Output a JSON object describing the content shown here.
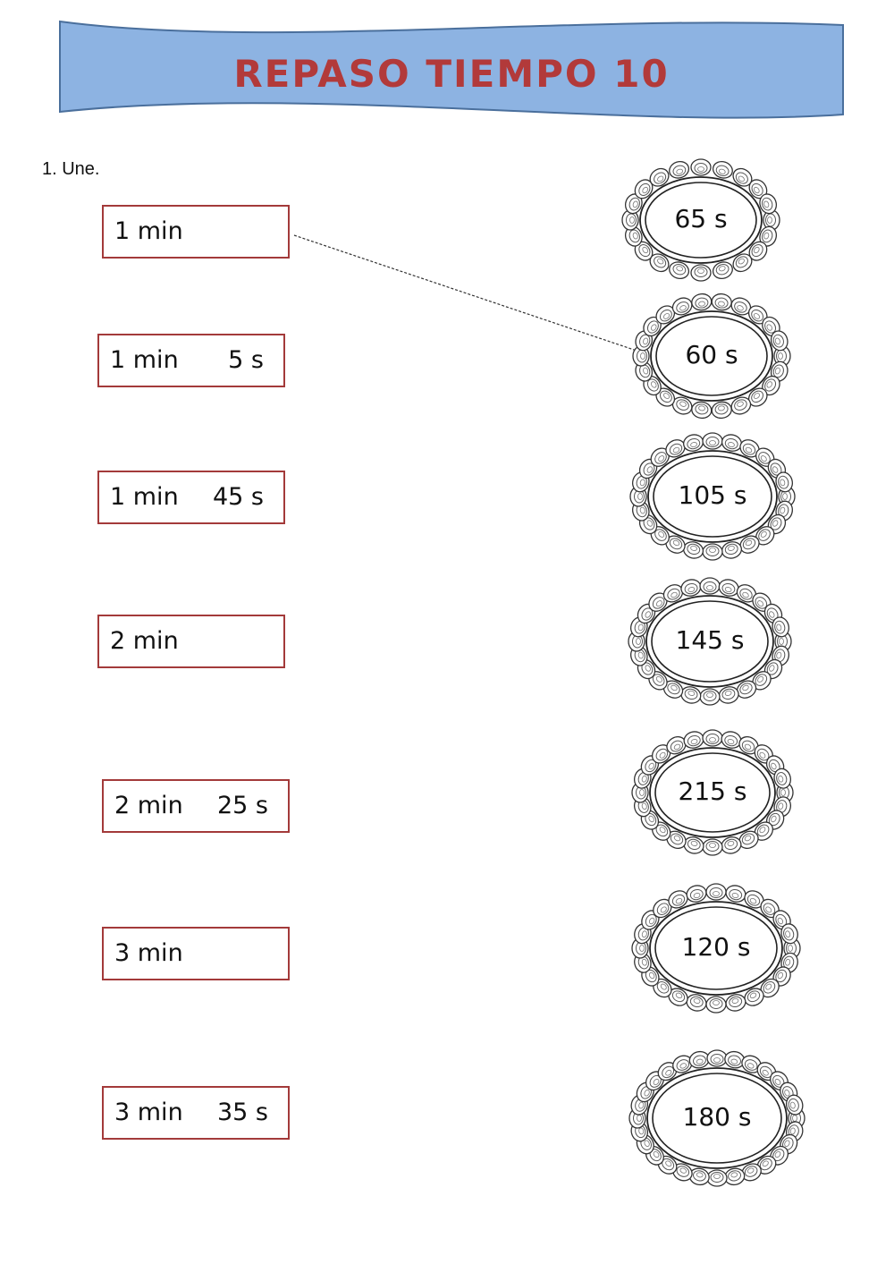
{
  "header": {
    "title": "REPASO TIEMPO 10",
    "banner_color": "#8db3e2",
    "title_color": "#b23a3a"
  },
  "instruction": "1. Une.",
  "left_items": [
    {
      "min": "1 min",
      "sec": ""
    },
    {
      "min": "1 min",
      "sec": "5 s"
    },
    {
      "min": "1 min",
      "sec": "45 s"
    },
    {
      "min": "2 min",
      "sec": ""
    },
    {
      "min": "2 min",
      "sec": "25 s"
    },
    {
      "min": "3 min",
      "sec": ""
    },
    {
      "min": "3 min",
      "sec": "35 s"
    }
  ],
  "right_items": [
    {
      "label": "65 s"
    },
    {
      "label": "60 s"
    },
    {
      "label": "105 s"
    },
    {
      "label": "145 s"
    },
    {
      "label": "215 s"
    },
    {
      "label": "120 s"
    },
    {
      "label": "180 s"
    }
  ],
  "connections": [
    {
      "from": 0,
      "to": 1
    }
  ],
  "box_border_color": "#a33a3a"
}
